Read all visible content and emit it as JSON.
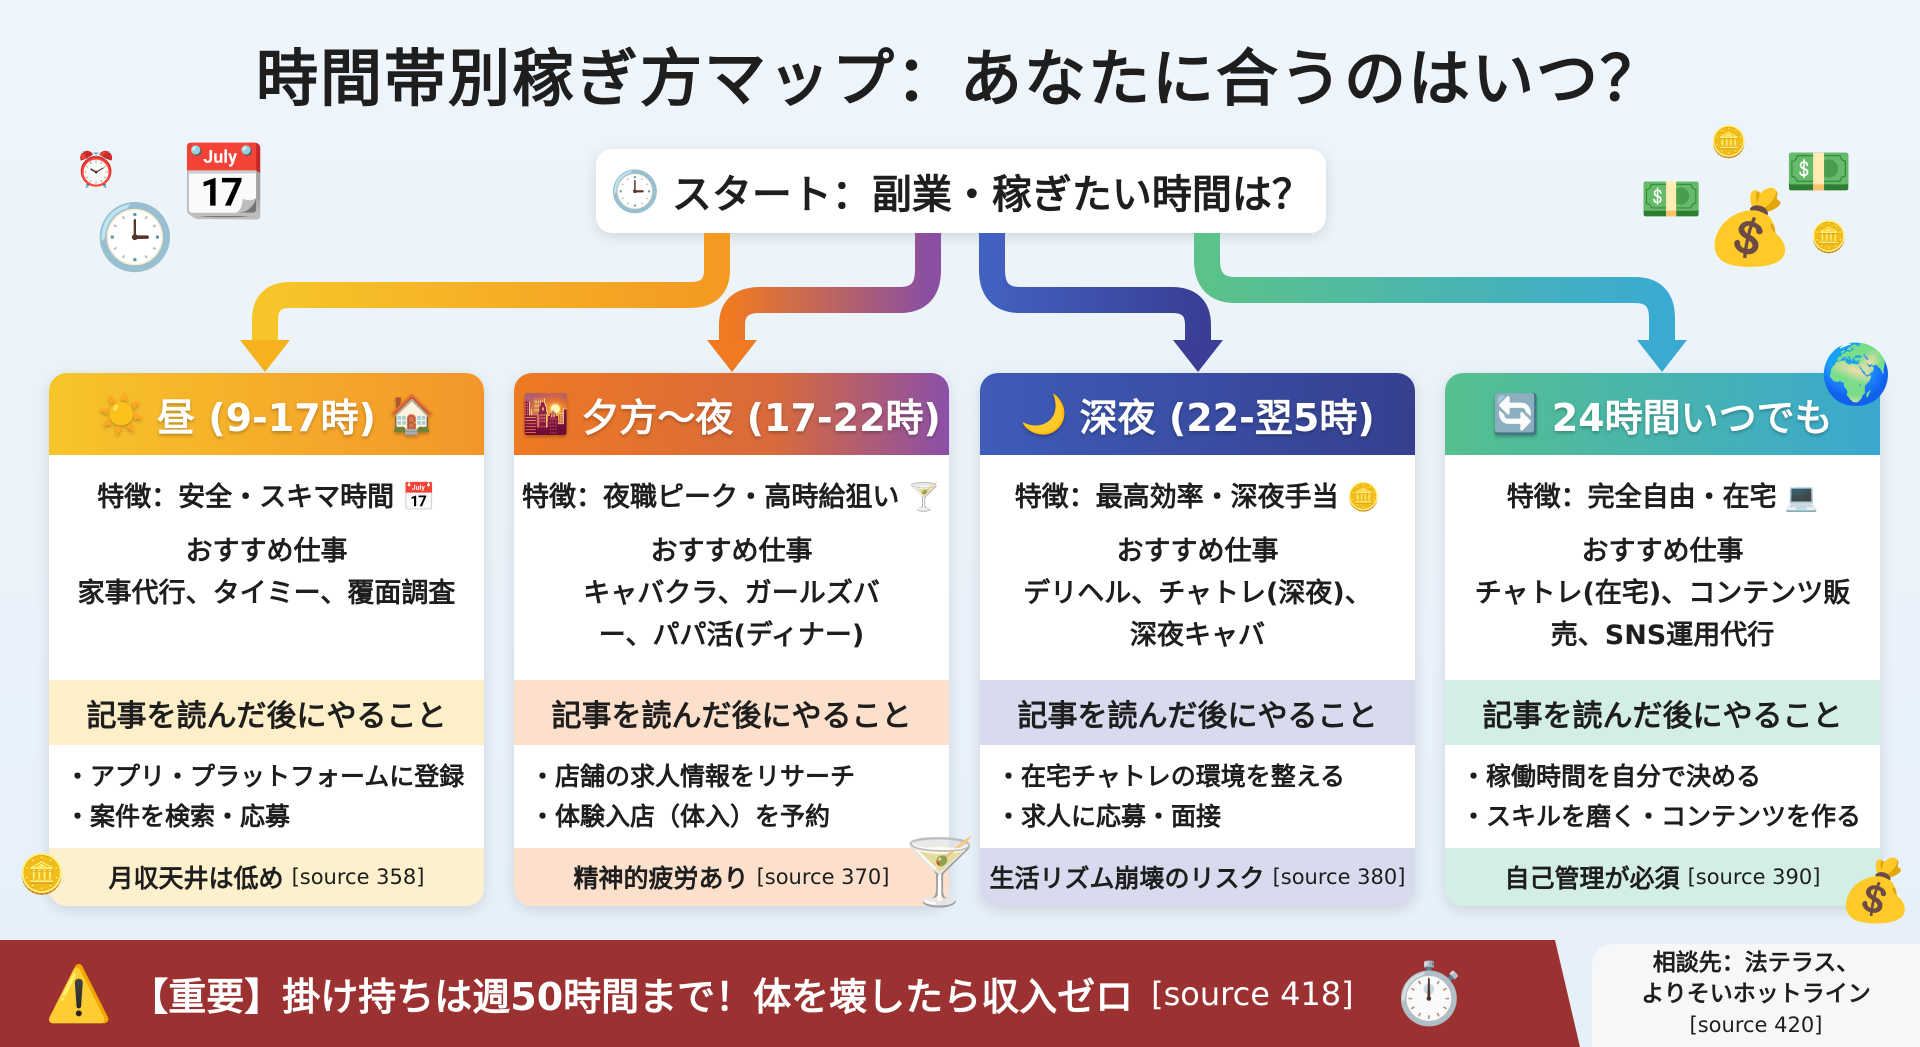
{
  "title": "時間帯別稼ぎ方マップ：あなたに合うのはいつ？",
  "start": {
    "icon": "clock-icon",
    "label": "スタート：副業・稼ぎたい時間は？"
  },
  "colors": {
    "day": "#f5b21e",
    "evening": "#e9762a",
    "night": "#3b4a9e",
    "anytime": "#3eb89a",
    "banner": "#9b3130"
  },
  "cards": [
    {
      "icon": "☀️",
      "title": "昼 (9-17時)",
      "title_deco": "🏠",
      "feature": "特徴：安全・スキマ時間",
      "feature_icon": "📅",
      "rec_label": "おすすめ仕事",
      "rec": "家事代行、タイミー、覆面調査",
      "todo_title": "記事を読んだ後にやること",
      "todos": [
        "・アプリ・プラットフォームに登録",
        "・案件を検索・応募"
      ],
      "note": "月収天井は低め",
      "source": "[source 358]"
    },
    {
      "icon": "🌇",
      "title": "夕方〜夜 (17-22時)",
      "title_deco": "",
      "feature": "特徴：夜職ピーク・高時給狙い",
      "feature_icon": "🍸",
      "rec_label": "おすすめ仕事",
      "rec": "キャバクラ、ガールズバー、パパ活(ディナー)",
      "todo_title": "記事を読んだ後にやること",
      "todos": [
        "・店舗の求人情報をリサーチ",
        "・体験入店（体入）を予約"
      ],
      "note": "精神的疲労あり",
      "source": "[source 370]"
    },
    {
      "icon": "🌙",
      "title": "深夜 (22-翌5時)",
      "title_deco": "",
      "feature": "特徴：最高効率・深夜手当",
      "feature_icon": "🪙",
      "rec_label": "おすすめ仕事",
      "rec": "デリヘル、チャトレ(深夜)、深夜キャバ",
      "todo_title": "記事を読んだ後にやること",
      "todos": [
        "・在宅チャトレの環境を整える",
        "・求人に応募・面接"
      ],
      "note": "生活リズム崩壊のリスク",
      "source": "[source 380]"
    },
    {
      "icon": "🔄",
      "title": "24時間いつでも",
      "title_deco": "🌍",
      "feature": "特徴：完全自由・在宅",
      "feature_icon": "💻",
      "rec_label": "おすすめ仕事",
      "rec": "チャトレ(在宅)、コンテンツ販売、SNS運用代行",
      "todo_title": "記事を読んだ後にやること",
      "todos": [
        "・稼働時間を自分で決める",
        "・スキルを磨く・コンテンツを作る"
      ],
      "note": "自己管理が必須",
      "source": "[source 390]"
    }
  ],
  "banner": {
    "icon": "warning-icon",
    "text": "【重要】掛け持ちは週50時間まで！体を壊したら収入ゼロ",
    "source": "[source 418]"
  },
  "contact": {
    "line1": "相談先：法テラス、",
    "line2": "よりそいホットライン",
    "source": "[source 420]"
  }
}
